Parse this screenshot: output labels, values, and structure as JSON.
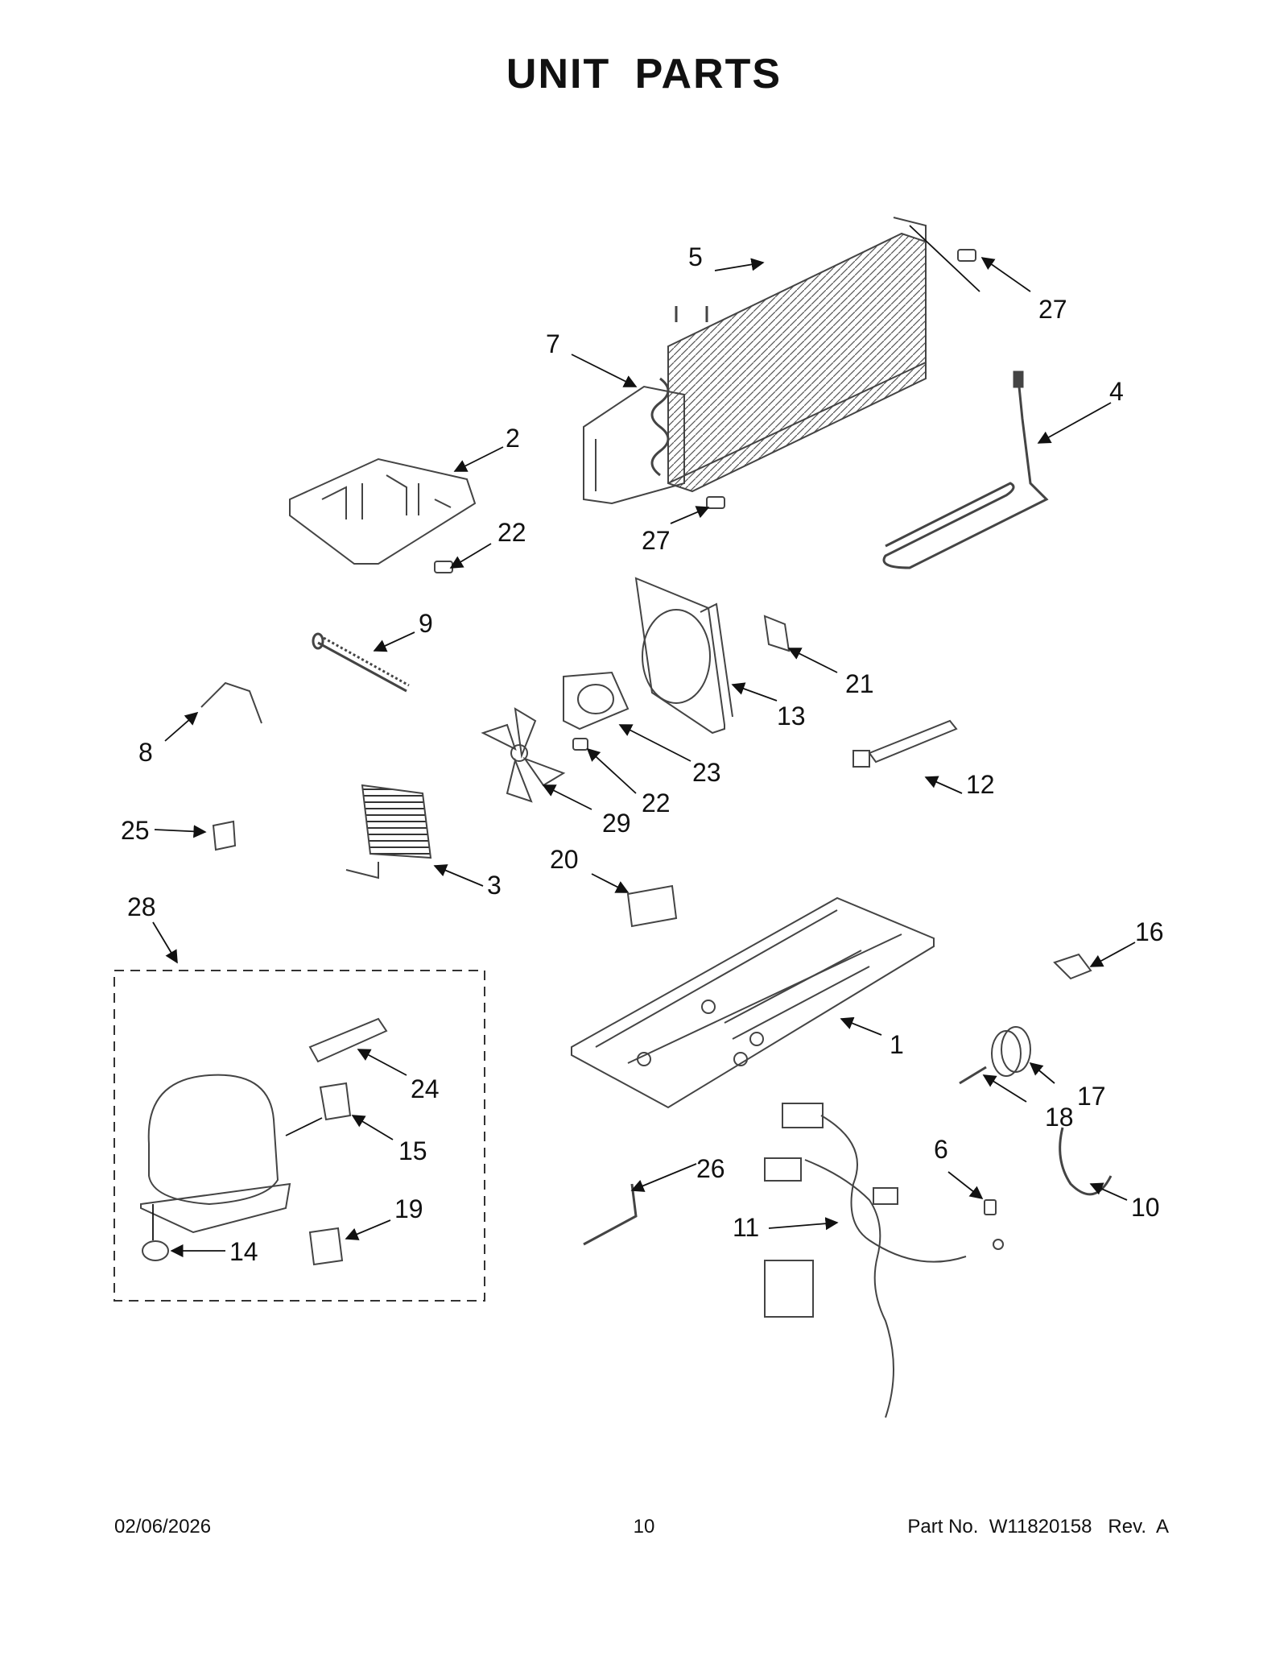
{
  "title": "UNIT PARTS",
  "footer": {
    "date": "02/06/2026",
    "page": "10",
    "part_number": "Part No.  W11820158   Rev.  A"
  },
  "callouts": [
    "1",
    "2",
    "3",
    "4",
    "5",
    "6",
    "7",
    "8",
    "9",
    "10",
    "11",
    "12",
    "13",
    "14",
    "15",
    "16",
    "17",
    "18",
    "19",
    "20",
    "21",
    "22",
    "22",
    "23",
    "24",
    "25",
    "26",
    "27",
    "27",
    "28",
    "29"
  ],
  "colors": {
    "ink": "#111111",
    "part_stroke": "#444444"
  }
}
